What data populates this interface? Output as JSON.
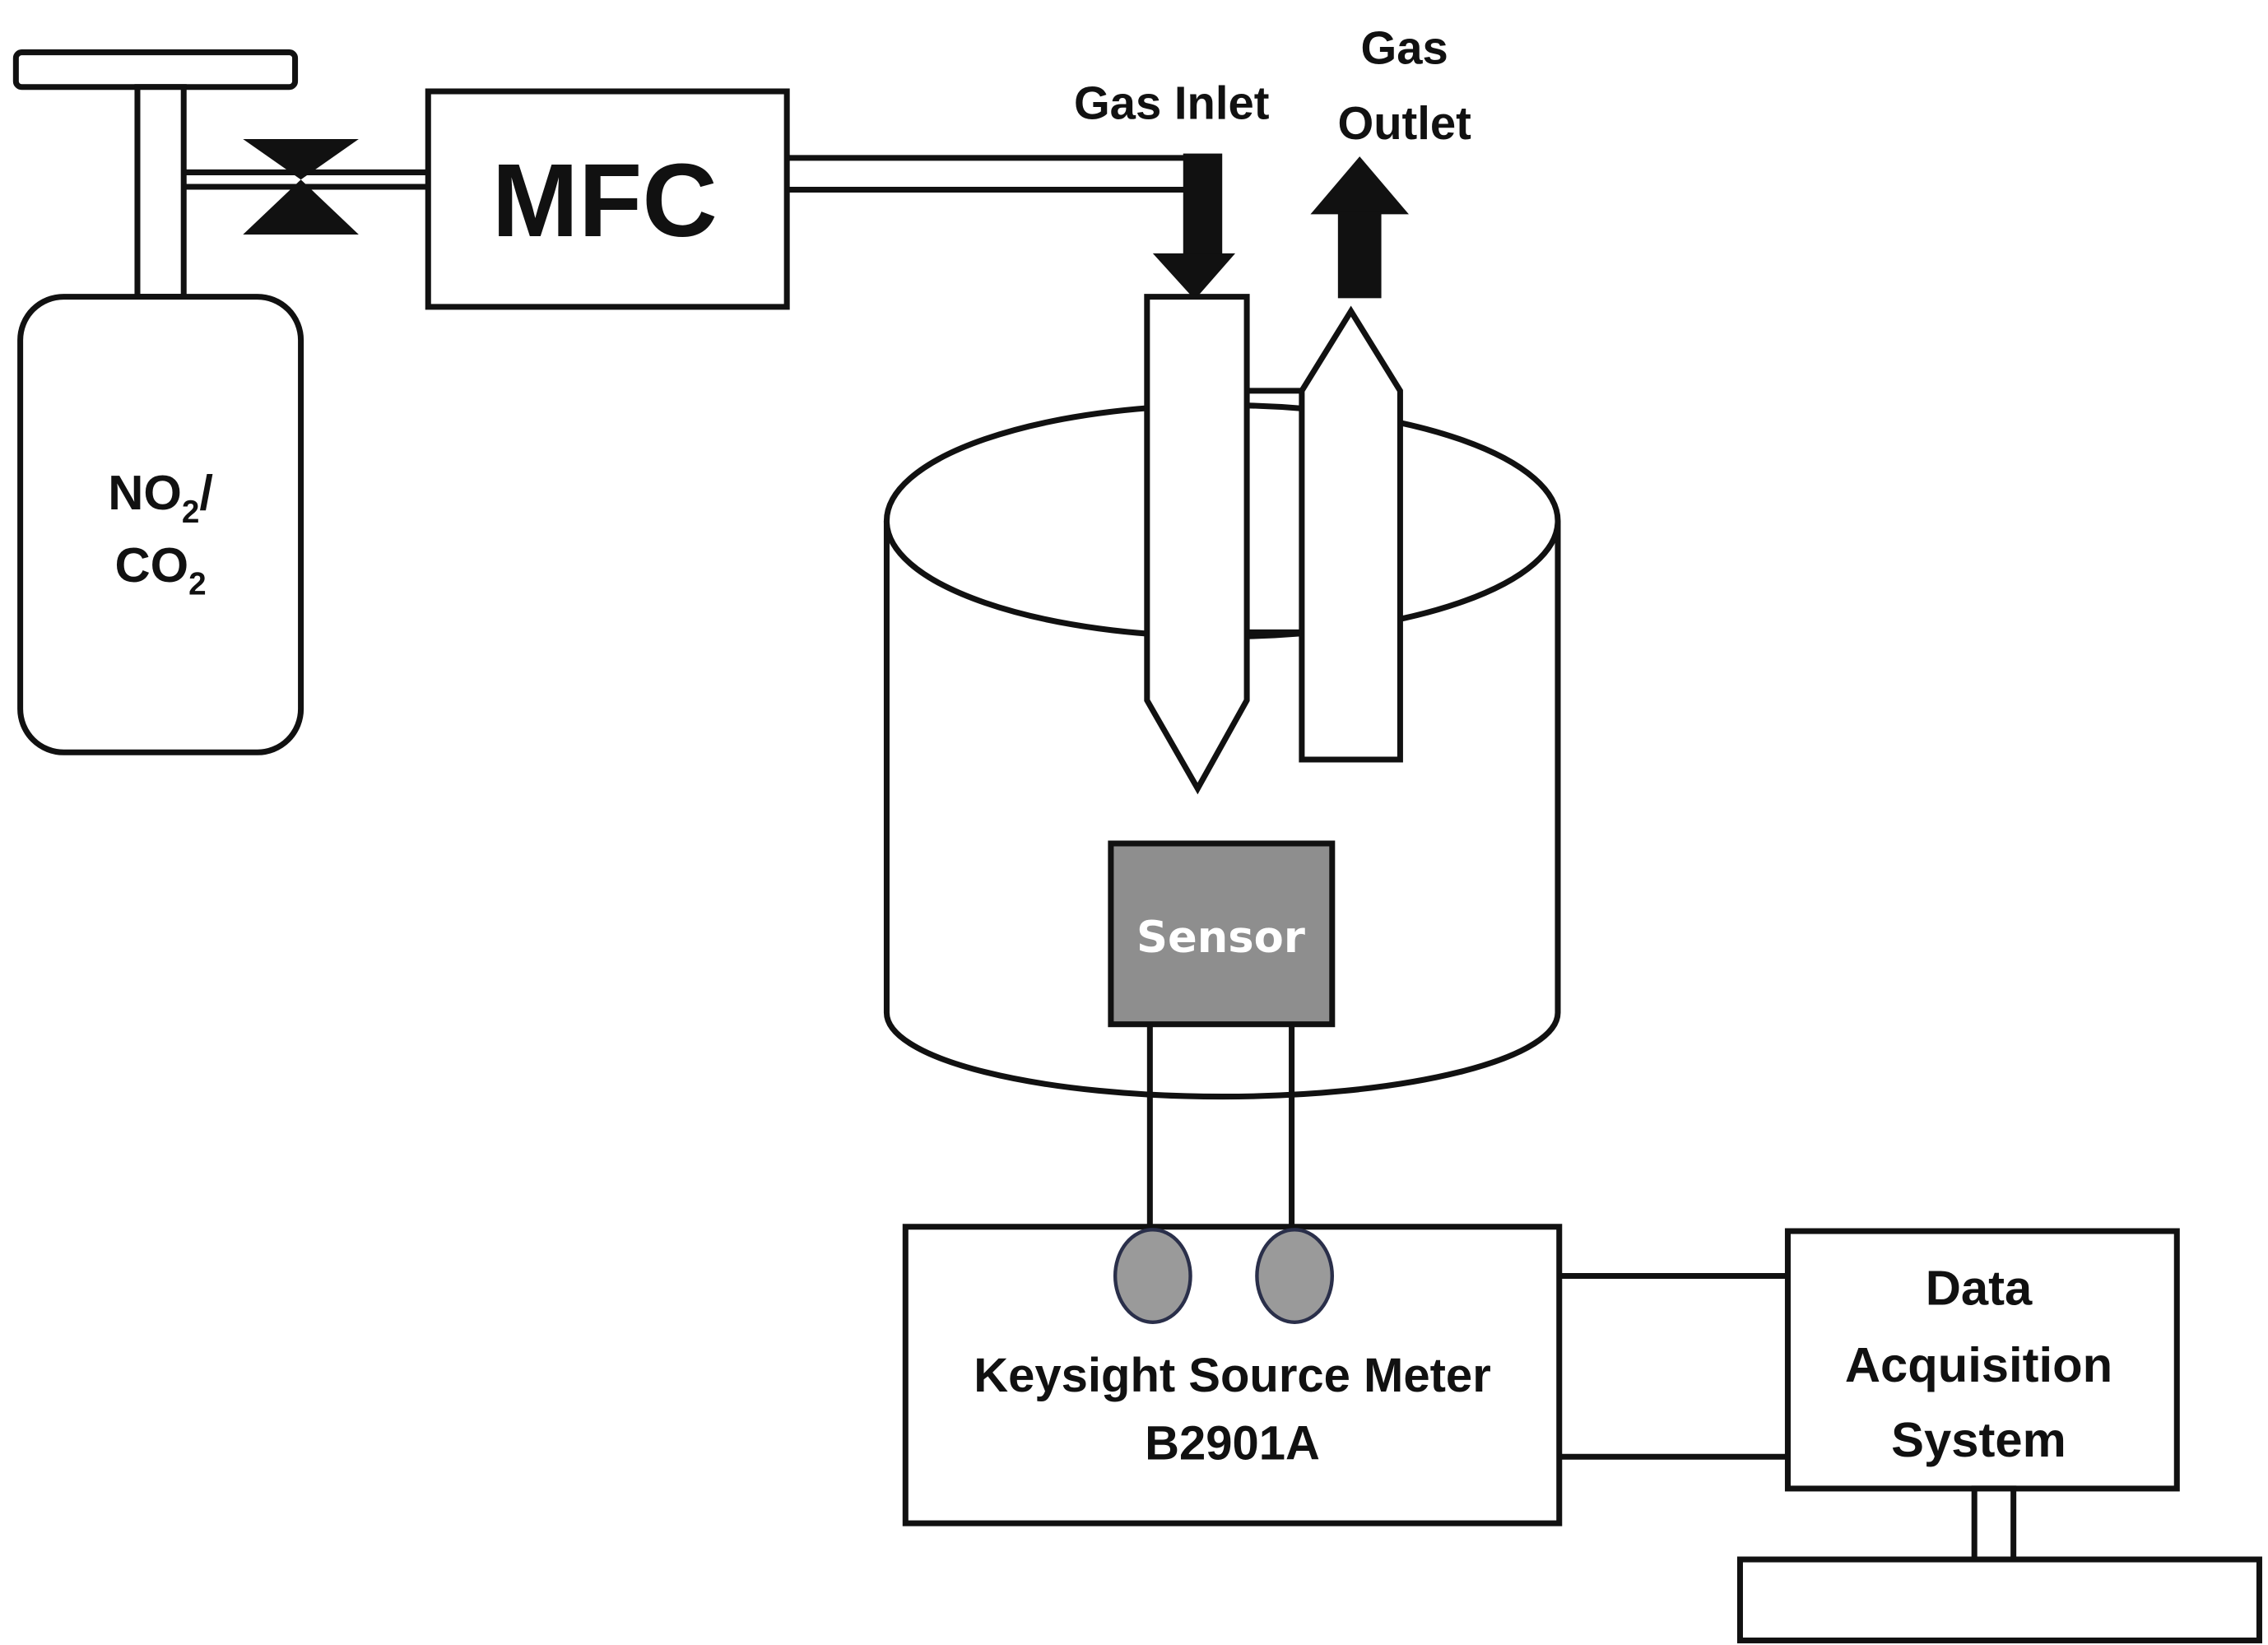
{
  "diagram": {
    "type": "gas-sensing-setup-schematic",
    "gas_cylinder": {
      "label_line1": "NO",
      "label_line1_sub": "2",
      "label_line1_suffix": "/",
      "label_line2": "CO",
      "label_line2_sub": "2"
    },
    "mfc": {
      "label": "MFC"
    },
    "gas_inlet": {
      "label": "Gas Inlet"
    },
    "gas_outlet": {
      "label_line1": "Gas",
      "label_line2": "Outlet"
    },
    "sensor": {
      "label": "Sensor"
    },
    "source_meter": {
      "label_line1": "Keysight Source Meter",
      "label_line2": "B2901A"
    },
    "daq": {
      "label_line1": "Data",
      "label_line2": "Acquisition",
      "label_line3": "System"
    },
    "colors": {
      "line": "#111111",
      "sensor_fill": "#8e8e8e",
      "knob_fill": "#9a9a9a",
      "knob_stroke": "#2a2f4a",
      "background": "#ffffff"
    }
  }
}
